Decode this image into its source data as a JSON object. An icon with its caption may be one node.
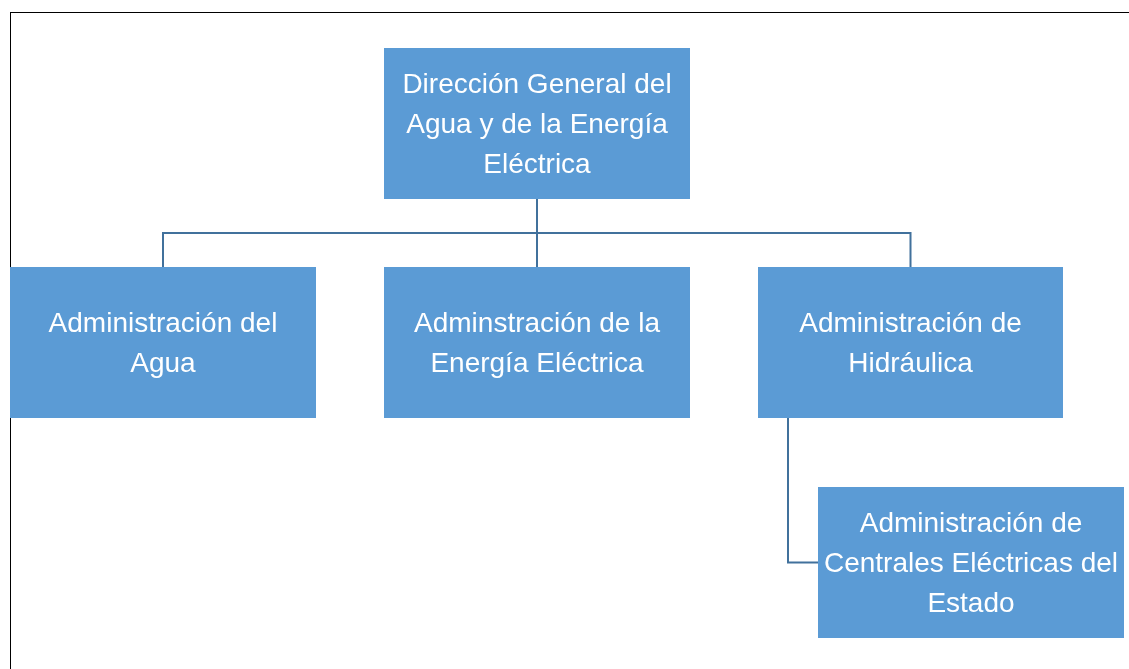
{
  "diagram": {
    "nodes": [
      {
        "text": [
          "Dirección General del Agua y de la Energía Eléctrica"
        ]
      },
      {
        "text": [
          "Administración del Agua"
        ]
      },
      {
        "text": [
          "Adminstración de la Energía Eléctrica"
        ]
      },
      {
        "text": [
          "Administración de Hidráulica"
        ]
      },
      {
        "text": [
          "Administración de Centrales Eléctricas del Estado"
        ]
      }
    ],
    "edges": [
      {
        "from": 0,
        "to": 1,
        "arrow": "none"
      },
      {
        "from": 0,
        "to": 2,
        "arrow": "none"
      },
      {
        "from": 0,
        "to": 3,
        "arrow": "none"
      },
      {
        "from": 3,
        "to": 4,
        "arrow": "none"
      }
    ]
  }
}
